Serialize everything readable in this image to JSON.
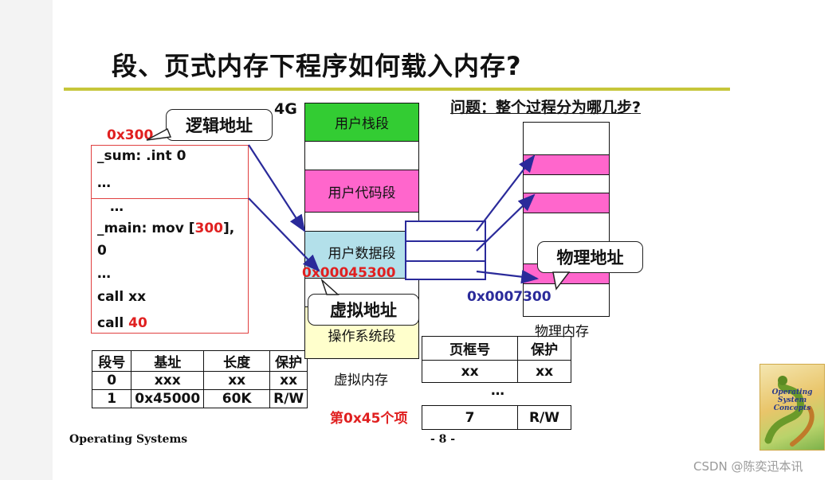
{
  "title": "段、页式内存下程序如何载入内存?",
  "question": "问题：整个过程分为哪几步?",
  "logical": {
    "address": "0x300",
    "bubble": "逻辑地址",
    "lines_top": [
      "_sum:  .int  0",
      "…"
    ],
    "lines_bottom": {
      "dots": "…",
      "main_prefix": "_main: mov [",
      "main_addr": "300",
      "main_suffix": "],",
      "zero": "0",
      "dots2": "…",
      "call_xx": "call xx",
      "call_prefix": "call ",
      "call_num": "40"
    }
  },
  "virtual_memory": {
    "top_label": "4G",
    "segments": [
      "用户栈段",
      "",
      "用户代码段",
      "",
      "用户数据段",
      "",
      "操作系统段"
    ],
    "address": "0x00045300",
    "bubble": "虚拟地址",
    "caption": "虚拟内存",
    "entry_note": "第0x45个项"
  },
  "segment_table": {
    "headers": [
      "段号",
      "基址",
      "长度",
      "保护"
    ],
    "rows": [
      [
        "0",
        "xxx",
        "xx",
        "xx"
      ],
      [
        "1",
        "0x45000",
        "60K",
        "R/W"
      ]
    ]
  },
  "page_table": {
    "headers": [
      "页框号",
      "保护"
    ],
    "row1": [
      "xx",
      "xx"
    ],
    "dots": "…",
    "row2": [
      "7",
      "R/W"
    ]
  },
  "physical_memory": {
    "bubble": "物理地址",
    "address": "0x0007300",
    "caption": "物理内存"
  },
  "footer": {
    "left": "Operating Systems",
    "page": "- 8 -",
    "watermark": "CSDN @陈奕迅本讯"
  },
  "book_cover": {
    "title": "Operating System Concepts"
  },
  "colors": {
    "stack_segment": "#33cc33",
    "code_segment": "#ff66cc",
    "data_segment": "#b3e0ea",
    "os_segment": "#ffffcc",
    "highlight_red": "#e02020",
    "arrow": "#2a2a9a",
    "title_rule": "#c6c63a"
  }
}
